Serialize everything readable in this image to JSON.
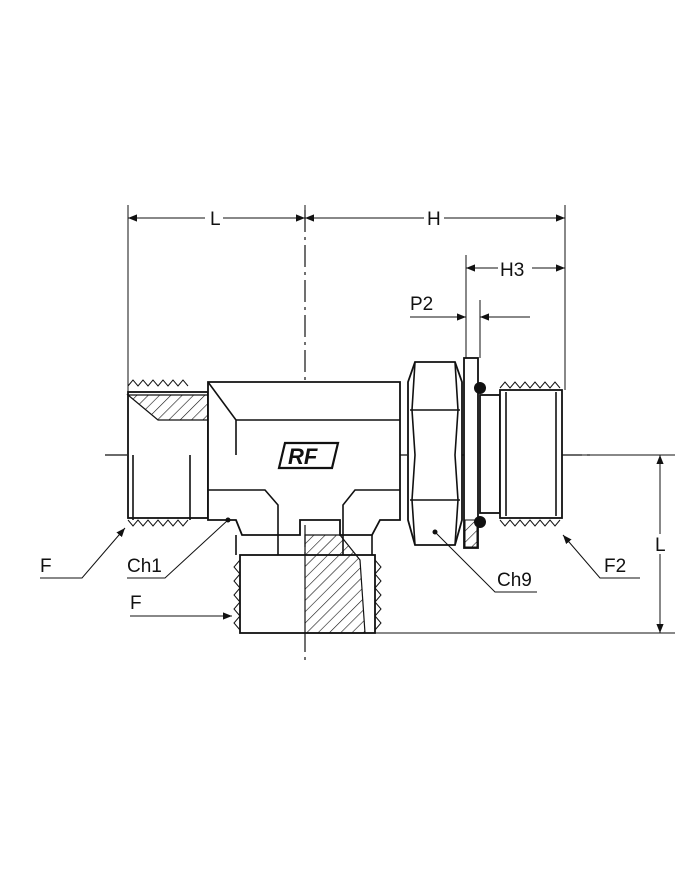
{
  "labels": {
    "dim_l_top": "L",
    "dim_h": "H",
    "dim_h3": "H3",
    "dim_p2": "P2",
    "dim_l_right": "L",
    "thread_f_left": "F",
    "chamfer_ch1": "Ch1",
    "thread_f_bottom": "F",
    "hex_ch9": "Ch9",
    "thread_f2": "F2"
  },
  "logo": {
    "text": "RF"
  },
  "colors": {
    "line": "#111111",
    "background": "#ffffff"
  }
}
